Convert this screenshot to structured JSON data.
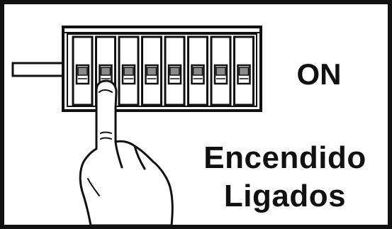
{
  "labels": {
    "on": "ON",
    "spanish": "Encendido",
    "portuguese": "Ligados"
  },
  "dip_switch": {
    "count": 8,
    "state": "on",
    "pressed_index": 2
  },
  "colors": {
    "ink": "#111111",
    "background": "#ffffff",
    "switch_lever": "#8a8a8a"
  },
  "icons": {
    "hand": "pointing-hand-icon",
    "switch_block": "dip-switch-icon"
  }
}
